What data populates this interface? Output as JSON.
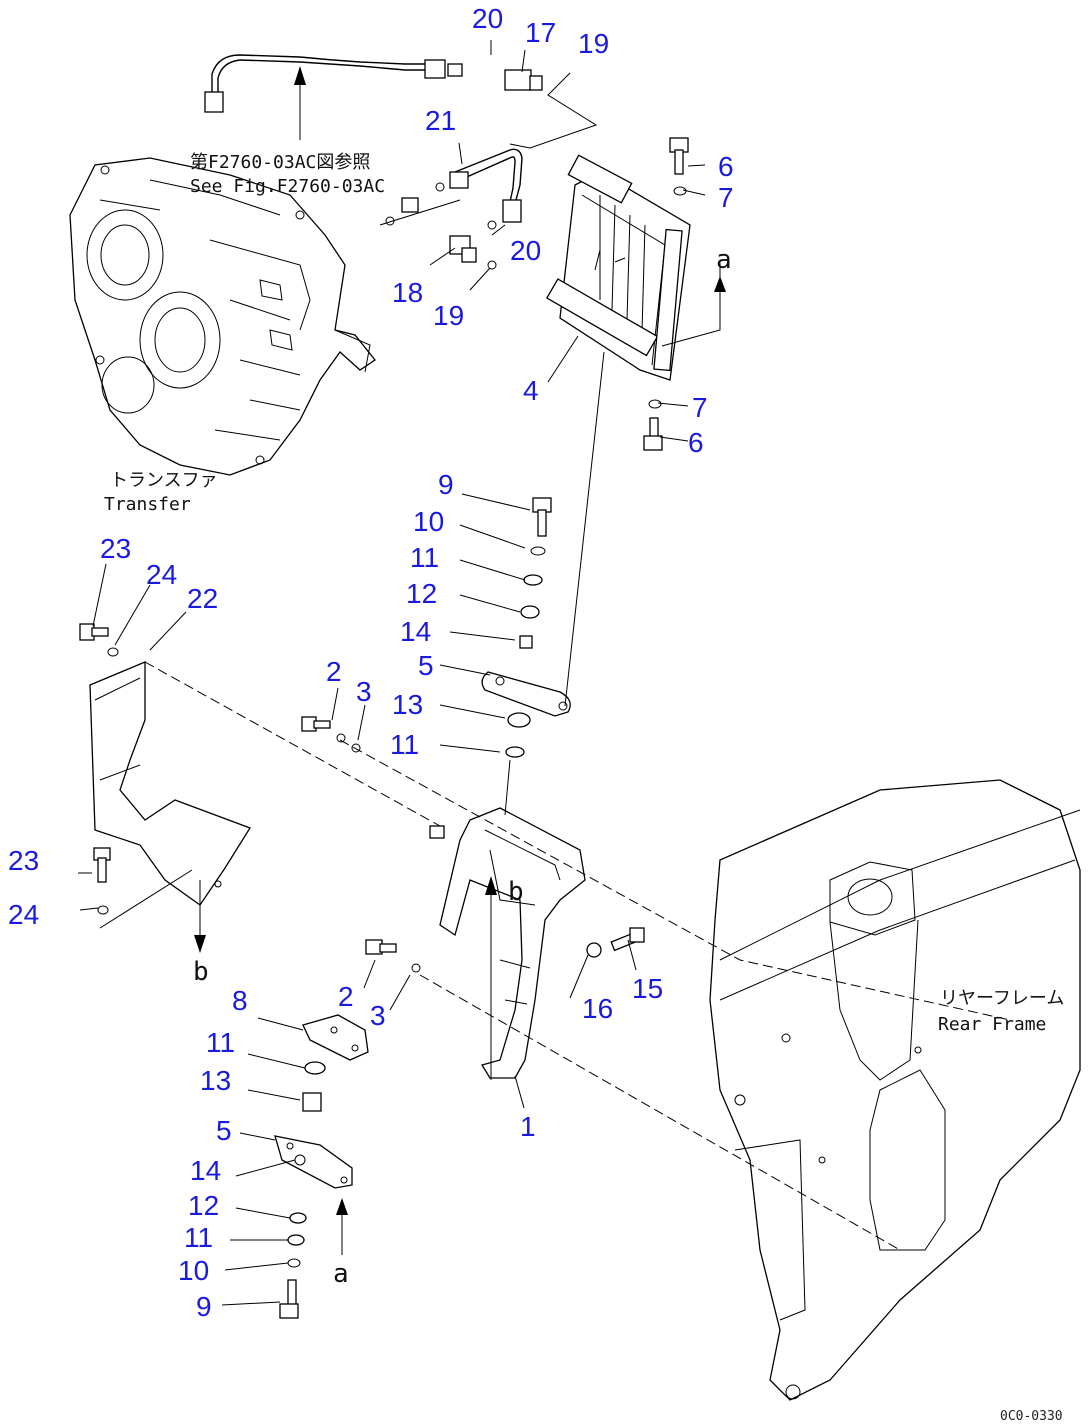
{
  "diagram": {
    "callouts": [
      {
        "id": "c20a",
        "text": "20"
      },
      {
        "id": "c17",
        "text": "17"
      },
      {
        "id": "c19a",
        "text": "19"
      },
      {
        "id": "c21",
        "text": "21"
      },
      {
        "id": "c6a",
        "text": "6"
      },
      {
        "id": "c7a",
        "text": "7"
      },
      {
        "id": "c20b",
        "text": "20"
      },
      {
        "id": "c18",
        "text": "18"
      },
      {
        "id": "c19b",
        "text": "19"
      },
      {
        "id": "c4",
        "text": "4"
      },
      {
        "id": "c7b",
        "text": "7"
      },
      {
        "id": "c6b",
        "text": "6"
      },
      {
        "id": "c9a",
        "text": "9"
      },
      {
        "id": "c10a",
        "text": "10"
      },
      {
        "id": "c11a",
        "text": "11"
      },
      {
        "id": "c12a",
        "text": "12"
      },
      {
        "id": "c14a",
        "text": "14"
      },
      {
        "id": "c5a",
        "text": "5"
      },
      {
        "id": "c13a",
        "text": "13"
      },
      {
        "id": "c11b",
        "text": "11"
      },
      {
        "id": "c23a",
        "text": "23"
      },
      {
        "id": "c24a",
        "text": "24"
      },
      {
        "id": "c22",
        "text": "22"
      },
      {
        "id": "c2a",
        "text": "2"
      },
      {
        "id": "c3a",
        "text": "3"
      },
      {
        "id": "c23b",
        "text": "23"
      },
      {
        "id": "c24b",
        "text": "24"
      },
      {
        "id": "c2b",
        "text": "2"
      },
      {
        "id": "c3b",
        "text": "3"
      },
      {
        "id": "c16",
        "text": "16"
      },
      {
        "id": "c15",
        "text": "15"
      },
      {
        "id": "c8",
        "text": "8"
      },
      {
        "id": "c11c",
        "text": "11"
      },
      {
        "id": "c13b",
        "text": "13"
      },
      {
        "id": "c5b",
        "text": "5"
      },
      {
        "id": "c14b",
        "text": "14"
      },
      {
        "id": "c12b",
        "text": "12"
      },
      {
        "id": "c11d",
        "text": "11"
      },
      {
        "id": "c10b",
        "text": "10"
      },
      {
        "id": "c9b",
        "text": "9"
      },
      {
        "id": "c1",
        "text": "1"
      }
    ],
    "labels": {
      "see_fig_jp": "第F2760-03AC図参照",
      "see_fig_en": "See Fig.F2760-03AC",
      "transfer_jp": "トランスファ",
      "transfer_en": "Transfer",
      "rear_frame_jp": "リヤーフレーム",
      "rear_frame_en": "Rear Frame",
      "ref_a_top": "a",
      "ref_a_bottom": "a",
      "ref_b_left": "b",
      "ref_b_center": "b"
    },
    "footer_code": "0C0-0330",
    "colors": {
      "callout": "#1a1adf",
      "line": "#000000",
      "background": "#ffffff"
    }
  }
}
